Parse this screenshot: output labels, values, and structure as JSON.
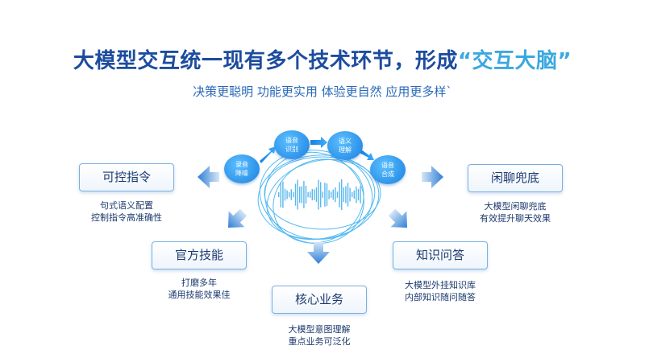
{
  "title": {
    "part1": "大模型交互统一现有多个技术环节，形成",
    "part2": "“交互大脑”"
  },
  "subtitle": "决策更聪明 功能更实用 体验更自然 应用更多样`",
  "pipeline": [
    {
      "line1": "录音",
      "line2": "降噪"
    },
    {
      "line1": "语音",
      "line2": "识别"
    },
    {
      "line1": "语义",
      "line2": "理解"
    },
    {
      "line1": "语音",
      "line2": "合成"
    }
  ],
  "capabilities": [
    {
      "label": "可控指令",
      "desc1": "句式语义配置",
      "desc2": "控制指令高准确性"
    },
    {
      "label": "官方技能",
      "desc1": "打磨多年",
      "desc2": "通用技能效果佳"
    },
    {
      "label": "核心业务",
      "desc1": "大模型意图理解",
      "desc2": "重点业务可泛化"
    },
    {
      "label": "知识问答",
      "desc1": "大模型外挂知识库",
      "desc2": "内部知识随问随答"
    },
    {
      "label": "闲聊兜底",
      "desc1": "大模型闲聊兜底",
      "desc2": "有效提升聊天效果"
    }
  ],
  "colors": {
    "title_dark": "#1d4c9e",
    "title_light": "#3aa8e0",
    "accent": "#1a7fe0"
  }
}
